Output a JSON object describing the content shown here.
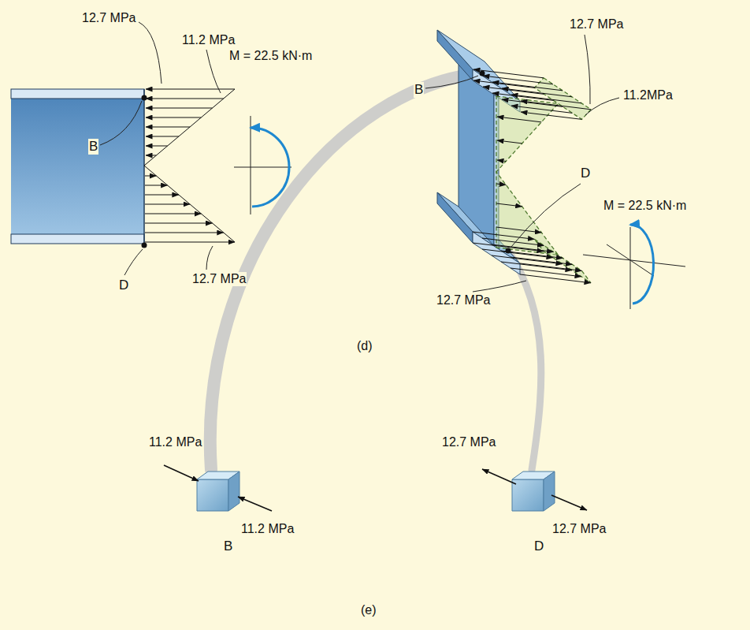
{
  "diagram": {
    "labels": [
      "12.7 MPa",
      "11.2 MPa",
      "12.7 MPa",
      "B",
      "11.2MPa",
      "M = 22.5 kN·m",
      "B",
      "D",
      "M = 22.5 kN·m",
      "D",
      "12.7 MPa",
      "12.7 MPa",
      "(d)",
      "11.2 MPa",
      "12.7 MPa",
      "11.2 MPa",
      "12.7 MPa",
      "B",
      "D",
      "(e)"
    ]
  }
}
